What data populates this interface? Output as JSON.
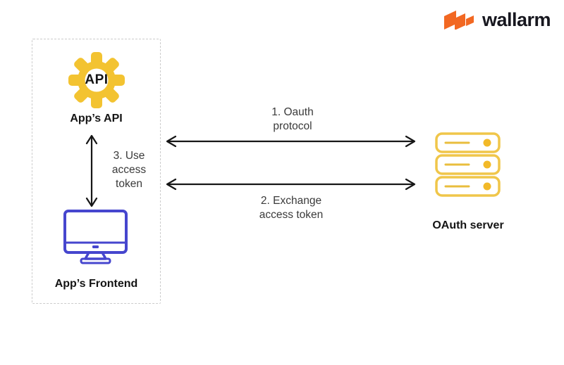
{
  "logo": {
    "brand": "wallarm"
  },
  "diagram": {
    "app_boundary": {
      "api_node": {
        "icon_text": "API",
        "label": "App’s API"
      },
      "frontend_node": {
        "label": "App’s Frontend"
      }
    },
    "oauth_server_node": {
      "label": "OAuth server"
    },
    "arrows": {
      "oauth_protocol": {
        "line1": "1. Oauth",
        "line2": "protocol"
      },
      "exchange_token": {
        "line1": "2. Exchange",
        "line2": "access token"
      },
      "use_access_token": {
        "line1": "3. Use",
        "line2": "access",
        "line3": "token"
      }
    },
    "colors": {
      "gear_yellow": "#F3C331",
      "server_yellow": "#F0C64A",
      "server_dot_yellow": "#F2B928",
      "monitor_blue": "#4646CE",
      "logo_orange": "#F26822",
      "arrow_black": "#161616",
      "dashed_border_gray": "#cccccc"
    }
  }
}
